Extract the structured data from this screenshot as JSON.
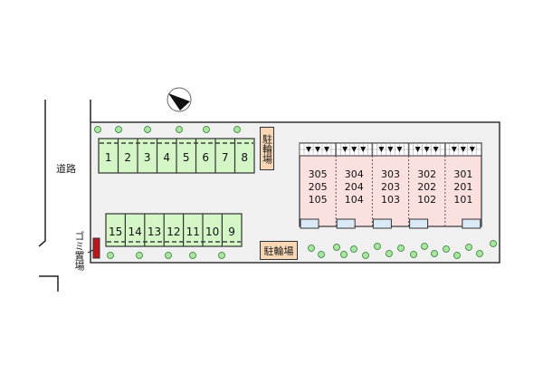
{
  "road_label": "道路",
  "garbage_label": "ゴミ置場",
  "bicycle_parking_label": "駐輪場",
  "parking_top": [
    "1",
    "2",
    "3",
    "4",
    "5",
    "6",
    "7",
    "8"
  ],
  "parking_bottom": [
    "15",
    "14",
    "13",
    "12",
    "11",
    "10",
    "9"
  ],
  "units": [
    {
      "rooms": [
        "305",
        "205",
        "105"
      ]
    },
    {
      "rooms": [
        "304",
        "204",
        "104"
      ]
    },
    {
      "rooms": [
        "303",
        "203",
        "103"
      ]
    },
    {
      "rooms": [
        "302",
        "202",
        "102"
      ]
    },
    {
      "rooms": [
        "301",
        "201",
        "101"
      ]
    }
  ],
  "colors": {
    "parking": "#d4f5c6",
    "building": "#fbe0e0",
    "site": "#f0f0f0",
    "bike": "#f8d7b6",
    "garbage": "#c0141c",
    "entry": "#dbe8f5",
    "tree": "#a8e6a0"
  }
}
